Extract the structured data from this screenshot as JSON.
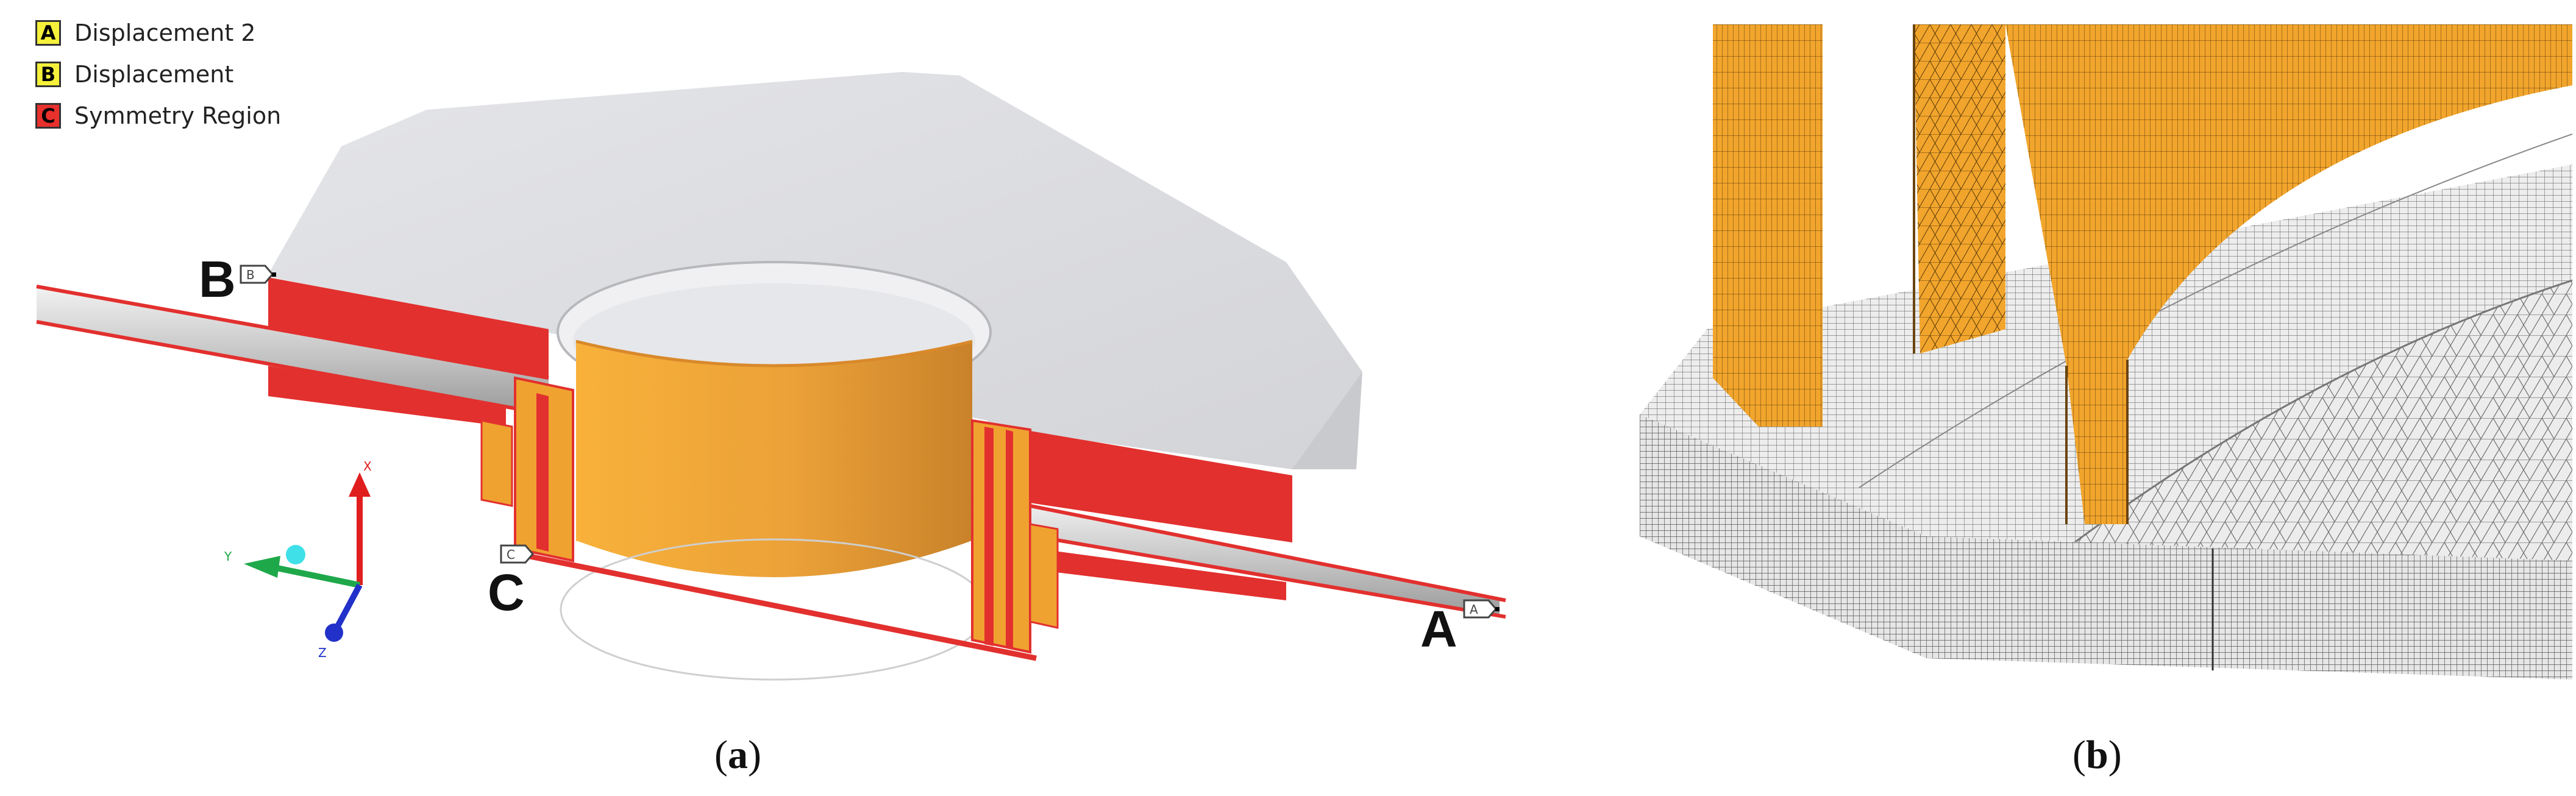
{
  "legend": [
    {
      "key": "A",
      "label": "Displacement 2",
      "color": "#f5f13a"
    },
    {
      "key": "B",
      "label": "Displacement",
      "color": "#f5f13a"
    },
    {
      "key": "C",
      "label": "Symmetry Region",
      "color": "#e8302c"
    }
  ],
  "markers": {
    "a": "A",
    "b": "B",
    "c": "C"
  },
  "tags": {
    "a": "A",
    "b": "B",
    "c": "C"
  },
  "axes": {
    "x": "X",
    "y": "Y",
    "z": "Z"
  },
  "captions": {
    "a": "a",
    "b": "b"
  },
  "colors": {
    "symmetry_red": "#e2302e",
    "body_grey": "#dcdde0",
    "cylinder_orange": "#f2a62e",
    "mesh_grey": "#e8e8e8"
  }
}
